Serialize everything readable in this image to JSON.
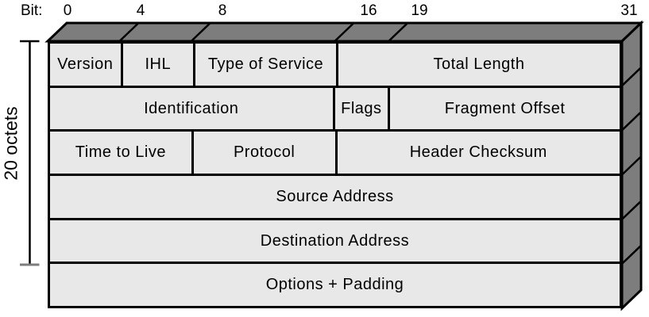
{
  "diagram": {
    "bit_axis": {
      "label": "Bit:",
      "ticks": [
        "0",
        "4",
        "8",
        "16",
        "19",
        "31"
      ]
    },
    "side_bracket_label": "20 octets",
    "rows": [
      {
        "cells": [
          {
            "label": "Version",
            "bits": 4
          },
          {
            "label": "IHL",
            "bits": 4
          },
          {
            "label": "Type of Service",
            "bits": 8
          },
          {
            "label": "Total Length",
            "bits": 16
          }
        ]
      },
      {
        "cells": [
          {
            "label": "Identification",
            "bits": 16
          },
          {
            "label": "Flags",
            "bits": 3
          },
          {
            "label": "Fragment Offset",
            "bits": 13
          }
        ]
      },
      {
        "cells": [
          {
            "label": "Time to Live",
            "bits": 8
          },
          {
            "label": "Protocol",
            "bits": 8
          },
          {
            "label": "Header Checksum",
            "bits": 16
          }
        ]
      },
      {
        "cells": [
          {
            "label": "Source Address",
            "bits": 32
          }
        ]
      },
      {
        "cells": [
          {
            "label": "Destination Address",
            "bits": 32
          }
        ]
      },
      {
        "cells": [
          {
            "label": "Options + Padding",
            "bits": 32
          }
        ]
      }
    ],
    "colors": {
      "face_3d": "#7d7d7d",
      "cell_fill": "#e8e8e8",
      "line": "#000000",
      "background": "#ffffff"
    }
  }
}
